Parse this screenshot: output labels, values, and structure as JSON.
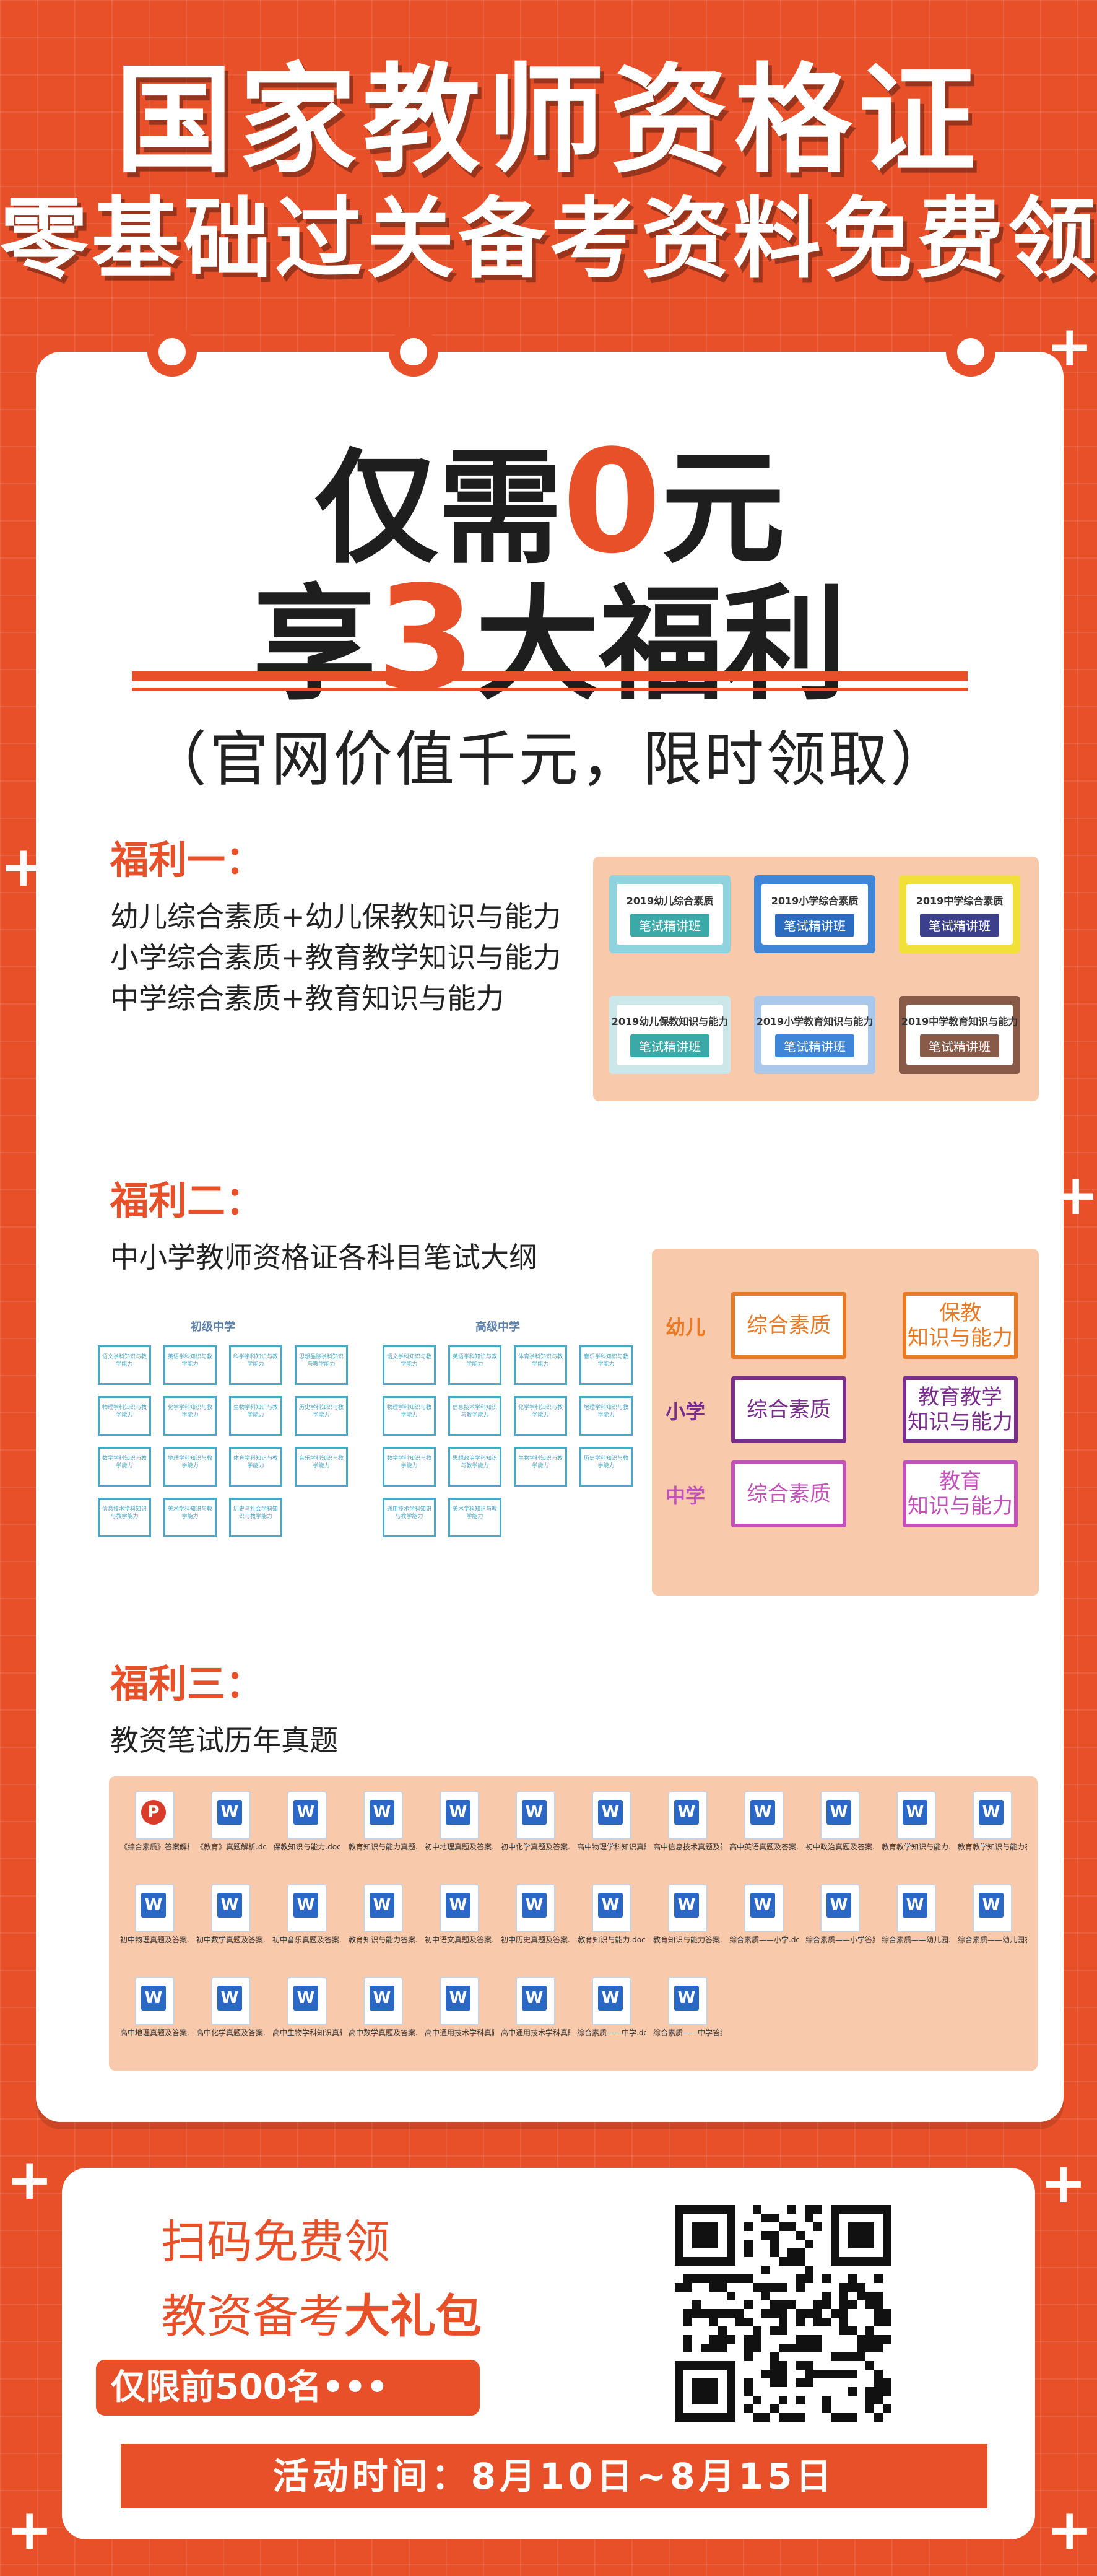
{
  "header": {
    "title": "国家教师资格证",
    "subtitle": "零基础过关备考资料免费领"
  },
  "hero": {
    "line1_pre": "仅需",
    "line1_num": "0",
    "line1_post": "元",
    "line2_pre": "享",
    "line2_num": "3",
    "line2_post": "大福利",
    "note": "（官网价值千元，限时领取）"
  },
  "benefit1": {
    "title": "福利一：",
    "lines": [
      "幼儿综合素质+幼儿保教知识与能力",
      "小学综合素质+教育教学知识与能力",
      "中学综合素质+教育知识与能力"
    ],
    "courses": [
      {
        "title": "2019幼儿综合素质",
        "badge": "笔试精讲班",
        "color": "#8fd3df",
        "badge_color": "#3aa9a8"
      },
      {
        "title": "2019小学综合素质",
        "badge": "笔试精讲班",
        "color": "#3f86d8",
        "badge_color": "#2c6cc0"
      },
      {
        "title": "2019中学综合素质",
        "badge": "笔试精讲班",
        "color": "#f2e03a",
        "badge_color": "#3b3f8c"
      },
      {
        "title": "2019幼儿保教知识与能力",
        "badge": "笔试精讲班",
        "color": "#cbe7ea",
        "badge_color": "#3aa9a8"
      },
      {
        "title": "2019小学教育知识与能力",
        "badge": "笔试精讲班",
        "color": "#aac8ec",
        "badge_color": "#3f86d8"
      },
      {
        "title": "2019中学教育知识与能力",
        "badge": "笔试精讲班",
        "color": "#8a5a48",
        "badge_color": "#8a5a48"
      }
    ]
  },
  "benefit2": {
    "title": "福利二：",
    "line": "中小学教师资格证各科目笔试大纲",
    "outline_junior_label": "初级中学",
    "outline_senior_label": "高级中学",
    "outline_junior": [
      "语文学科知识与教学能力",
      "英语学科知识与教学能力",
      "科学学科知识与教学能力",
      "思想品德学科知识与教学能力",
      "物理学科知识与教学能力",
      "化学学科知识与教学能力",
      "生物学科知识与教学能力",
      "历史学科知识与教学能力",
      "数学学科知识与教学能力",
      "地理学科知识与教学能力",
      "体育学科知识与教学能力",
      "音乐学科知识与教学能力",
      "信息技术学科知识与教学能力",
      "美术学科知识与教学能力",
      "历史与社会学科知识与教学能力"
    ],
    "outline_senior": [
      "语文学科知识与教学能力",
      "英语学科知识与教学能力",
      "体育学科知识与教学能力",
      "音乐学科知识与教学能力",
      "物理学科知识与教学能力",
      "信息技术学科知识与教学能力",
      "化学学科知识与教学能力",
      "地理学科知识与教学能力",
      "数学学科知识与教学能力",
      "思想政治学科知识与教学能力",
      "生物学科知识与教学能力",
      "历史学科知识与教学能力",
      "通用技术学科知识与教学能力",
      "美术学科知识与教学能力"
    ],
    "levels": [
      {
        "label": "幼儿",
        "color": "#e87a25",
        "book1": "综合素质",
        "book2": "保教\n知识与能力"
      },
      {
        "label": "小学",
        "color": "#7a2e8c",
        "book1": "综合素质",
        "book2": "教育教学\n知识与能力"
      },
      {
        "label": "中学",
        "color": "#c052b8",
        "book1": "综合素质",
        "book2": "教育\n知识与能力"
      }
    ]
  },
  "benefit3": {
    "title": "福利三：",
    "line": "教资笔试历年真题",
    "files": [
      {
        "name": "《综合素质》答案解析.pdf",
        "type": "pdf"
      },
      {
        "name": "《教育》真题解析.doc",
        "type": "doc"
      },
      {
        "name": "保教知识与能力.doc",
        "type": "doc"
      },
      {
        "name": "教育知识与能力真题.doc",
        "type": "doc"
      },
      {
        "name": "初中地理真题及答案.doc",
        "type": "doc"
      },
      {
        "name": "初中化学真题及答案.doc",
        "type": "doc"
      },
      {
        "name": "高中物理学科知识真题及答案.doc",
        "type": "doc"
      },
      {
        "name": "高中信息技术真题及答案.doc",
        "type": "doc"
      },
      {
        "name": "高中英语真题及答案.doc",
        "type": "doc"
      },
      {
        "name": "初中政治真题及答案.doc",
        "type": "doc"
      },
      {
        "name": "教育教学知识与能力.doc",
        "type": "doc"
      },
      {
        "name": "教育教学知识与能力答案.doc",
        "type": "doc"
      },
      {
        "name": "初中物理真题及答案.doc",
        "type": "doc"
      },
      {
        "name": "初中数学真题及答案.doc",
        "type": "doc"
      },
      {
        "name": "初中音乐真题及答案.doc",
        "type": "doc"
      },
      {
        "name": "教育知识与能力答案.doc",
        "type": "doc"
      },
      {
        "name": "初中语文真题及答案.doc",
        "type": "doc"
      },
      {
        "name": "初中历史真题及答案.doc",
        "type": "doc"
      },
      {
        "name": "教育知识与能力.doc",
        "type": "doc"
      },
      {
        "name": "教育知识与能力答案.doc",
        "type": "doc"
      },
      {
        "name": "综合素质——小学.doc",
        "type": "doc"
      },
      {
        "name": "综合素质——小学答案.doc",
        "type": "doc"
      },
      {
        "name": "综合素质——幼儿园.doc",
        "type": "doc"
      },
      {
        "name": "综合素质——幼儿园答案.doc",
        "type": "doc"
      },
      {
        "name": "高中地理真题及答案.doc",
        "type": "doc"
      },
      {
        "name": "高中化学真题及答案.doc",
        "type": "doc"
      },
      {
        "name": "高中生物学科知识真题及答案.doc",
        "type": "doc"
      },
      {
        "name": "高中数学真题及答案.doc",
        "type": "doc"
      },
      {
        "name": "高中通用技术学科真题及答案.doc",
        "type": "doc"
      },
      {
        "name": "高中通用技术学科真题及答案1.doc",
        "type": "doc"
      },
      {
        "name": "综合素质——中学.doc",
        "type": "doc"
      },
      {
        "name": "综合素质——中学答案.doc",
        "type": "doc"
      }
    ]
  },
  "promo": {
    "line1": "扫码免费领",
    "line2_pre": "教资备考",
    "line2_bold": "大礼包",
    "pill": "仅限前500名•••",
    "time": "活动时间：8月10日~8月15日"
  },
  "colors": {
    "brand": "#e8502a",
    "panel": "#f8c9aa"
  }
}
